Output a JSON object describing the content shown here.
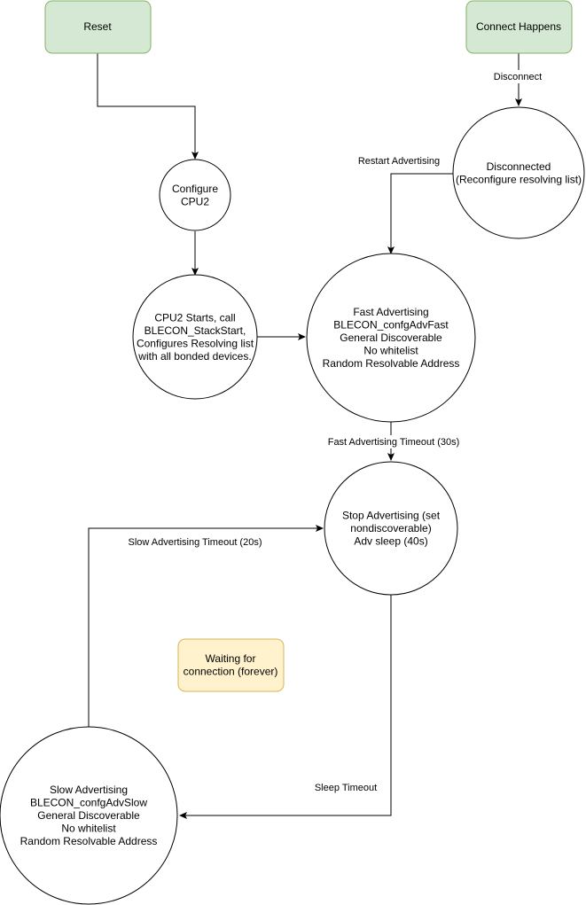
{
  "colors": {
    "start_fill": "#d5e8d4",
    "start_stroke": "#82b366",
    "note_fill": "#fff2cc",
    "note_stroke": "#d6b656",
    "line": "#000000"
  },
  "nodes": {
    "reset": {
      "lines": [
        "Reset"
      ]
    },
    "connect": {
      "lines": [
        "Connect Happens"
      ]
    },
    "configure": {
      "lines": [
        "Configure",
        "CPU2"
      ]
    },
    "cpu2start": {
      "lines": [
        "CPU2 Starts, call",
        "BLECON_StackStart,",
        "Configures Resolving list",
        "with all bonded devices."
      ]
    },
    "disconnected": {
      "lines": [
        "Disconnected",
        "(Reconfigure resolving list)"
      ]
    },
    "fastadv": {
      "lines": [
        "Fast Advertising",
        "BLECON_confgAdvFast",
        "General Discoverable",
        "No whitelist",
        "Random Resolvable Address"
      ]
    },
    "stopadv": {
      "lines": [
        "Stop Advertising (set",
        "nondiscoverable)",
        "Adv sleep (40s)"
      ]
    },
    "waiting": {
      "lines": [
        "Waiting for",
        "connection (forever)"
      ]
    },
    "slowadv": {
      "lines": [
        "Slow Advertising",
        "BLECON_confgAdvSlow",
        "General Discoverable",
        "No whitelist",
        "Random Resolvable Address"
      ]
    }
  },
  "edge_labels": {
    "disconnect": "Disconnect",
    "restart": "Restart Advertising",
    "fast_timeout": "Fast Advertising Timeout (30s)",
    "slow_timeout": "Slow Advertising Timeout (20s)",
    "sleep_timeout": "Sleep Timeout"
  }
}
